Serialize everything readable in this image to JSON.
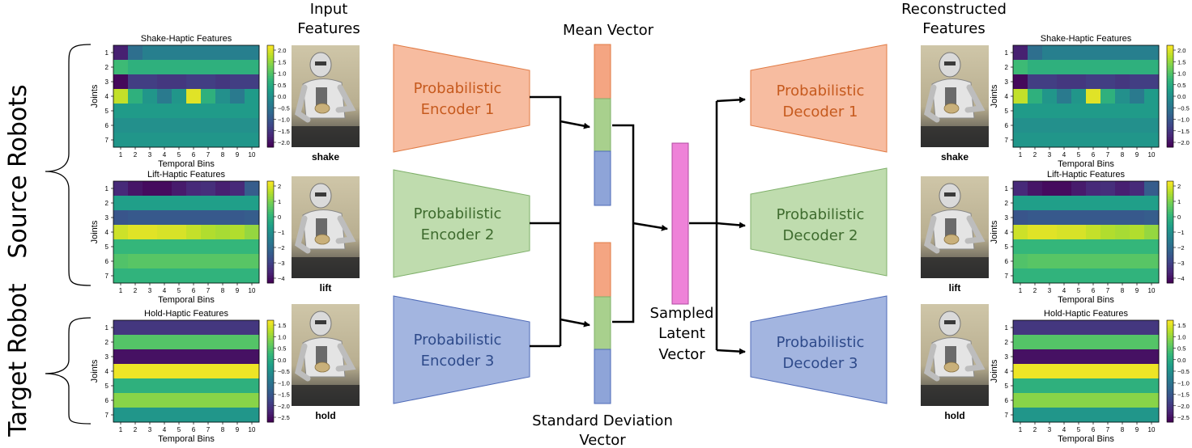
{
  "side_labels": {
    "source_robots": "Source Robots",
    "target_robot": "Target Robot"
  },
  "headers": {
    "input_features": [
      "Input",
      "Features"
    ],
    "reconstructed_features": [
      "Reconstructed",
      "Features"
    ],
    "mean_vector": "Mean Vector",
    "std_vector": [
      "Standard Deviation",
      "Vector"
    ],
    "sampled_latent": [
      "Sampled",
      "Latent",
      "Vector"
    ]
  },
  "encoders": [
    {
      "line1": "Probabilistic",
      "line2": "Encoder 1",
      "fill": "#F7BCA0",
      "stroke": "#E07B45",
      "text": "#C65A1E"
    },
    {
      "line1": "Probabilistic",
      "line2": "Encoder 2",
      "fill": "#BFDCAE",
      "stroke": "#7FB06A",
      "text": "#3E6B2E"
    },
    {
      "line1": "Probabilistic",
      "line2": "Encoder 3",
      "fill": "#A3B5E0",
      "stroke": "#4F6BB8",
      "text": "#2E4A8A"
    }
  ],
  "decoders": [
    {
      "line1": "Probabilistic",
      "line2": "Decoder 1",
      "fill": "#F7BCA0",
      "stroke": "#E07B45",
      "text": "#C65A1E"
    },
    {
      "line1": "Probabilistic",
      "line2": "Decoder 2",
      "fill": "#BFDCAE",
      "stroke": "#7FB06A",
      "text": "#3E6B2E"
    },
    {
      "line1": "Probabilistic",
      "line2": "Decoder 3",
      "fill": "#A3B5E0",
      "stroke": "#4F6BB8",
      "text": "#2E4A8A"
    }
  ],
  "vector_colors": {
    "orange": "#F4A582",
    "green": "#A8D08D",
    "blue": "#8EA4D8",
    "latent": "#EE82D8"
  },
  "robot_labels": [
    "shake",
    "lift",
    "hold"
  ],
  "heatmaps": [
    {
      "title": "Shake-Haptic Features",
      "xlabel": "Temporal Bins",
      "ylabel": "Joints",
      "x_ticks": [
        "1",
        "2",
        "3",
        "4",
        "5",
        "6",
        "7",
        "8",
        "9",
        "10"
      ],
      "y_ticks": [
        "1",
        "2",
        "3",
        "4",
        "5",
        "6",
        "7"
      ],
      "cbar_ticks": [
        "2.0",
        "1.5",
        "1.0",
        "0.5",
        "0.0",
        "−0.5",
        "−1.0",
        "−1.5",
        "−2.0"
      ],
      "vmin": -2.2,
      "vmax": 2.2,
      "values": [
        [
          -1.8,
          -0.6,
          -0.3,
          -0.3,
          -0.3,
          -0.3,
          -0.3,
          -0.3,
          -0.3,
          -0.3
        ],
        [
          0.8,
          0.6,
          0.6,
          0.6,
          0.6,
          0.6,
          0.6,
          0.6,
          0.6,
          0.6
        ],
        [
          -2.1,
          -1.4,
          -1.4,
          -1.5,
          -1.5,
          -1.4,
          -1.4,
          -1.5,
          -1.4,
          -1.4
        ],
        [
          1.8,
          0.6,
          0.1,
          -0.4,
          0.1,
          2.0,
          0.6,
          0.0,
          -0.4,
          0.2
        ],
        [
          0.2,
          0.2,
          0.2,
          0.2,
          0.2,
          0.2,
          0.2,
          0.2,
          0.2,
          0.2
        ],
        [
          0.0,
          0.0,
          0.0,
          0.0,
          0.0,
          0.0,
          0.0,
          0.0,
          0.0,
          0.0
        ],
        [
          0.1,
          0.1,
          0.1,
          0.1,
          0.1,
          0.1,
          0.1,
          0.1,
          0.1,
          0.1
        ]
      ]
    },
    {
      "title": "Lift-Haptic Features",
      "xlabel": "Temporal Bins",
      "ylabel": "Joints",
      "x_ticks": [
        "1",
        "2",
        "3",
        "4",
        "5",
        "6",
        "7",
        "8",
        "9",
        "10"
      ],
      "y_ticks": [
        "1",
        "2",
        "3",
        "4",
        "5",
        "6",
        "7"
      ],
      "cbar_ticks": [
        "2",
        "1",
        "0",
        "−1",
        "−2",
        "−3",
        "−4"
      ],
      "vmin": -4.4,
      "vmax": 2.4,
      "values": [
        [
          -3.6,
          -4.0,
          -4.2,
          -4.2,
          -3.9,
          -3.6,
          -3.5,
          -3.8,
          -3.6,
          -2.4
        ],
        [
          -0.6,
          -0.6,
          -0.6,
          -0.6,
          -0.6,
          -0.6,
          -0.6,
          -0.6,
          -0.6,
          -0.6
        ],
        [
          -2.6,
          -2.5,
          -2.5,
          -2.5,
          -2.5,
          -2.5,
          -2.5,
          -2.5,
          -2.5,
          -2.4
        ],
        [
          1.9,
          2.1,
          2.1,
          2.0,
          2.0,
          1.8,
          1.6,
          1.5,
          1.6,
          1.3
        ],
        [
          0.1,
          0.1,
          0.1,
          0.1,
          0.1,
          0.1,
          0.1,
          0.1,
          0.1,
          0.1
        ],
        [
          0.5,
          0.6,
          0.6,
          0.6,
          0.6,
          0.6,
          0.6,
          0.6,
          0.6,
          0.6
        ],
        [
          0.0,
          0.0,
          0.0,
          0.0,
          0.0,
          0.0,
          0.0,
          0.0,
          0.0,
          0.0
        ]
      ]
    },
    {
      "title": "Hold-Haptic Features",
      "xlabel": "Temporal Bins",
      "ylabel": "Joints",
      "x_ticks": [
        "1",
        "2",
        "3",
        "4",
        "5",
        "6",
        "7",
        "8",
        "9",
        "10"
      ],
      "y_ticks": [
        "1",
        "2",
        "3",
        "4",
        "5",
        "6",
        "7"
      ],
      "cbar_ticks": [
        "1.5",
        "1.0",
        "0.5",
        "0.0",
        "−0.5",
        "−1.0",
        "−1.5",
        "−2.0",
        "−2.5"
      ],
      "vmin": -2.7,
      "vmax": 1.7,
      "values": [
        [
          -2.0,
          -2.0,
          -2.0,
          -2.0,
          -2.0,
          -2.0,
          -2.0,
          -2.0,
          -2.0,
          -2.0
        ],
        [
          0.5,
          0.5,
          0.5,
          0.5,
          0.5,
          0.5,
          0.5,
          0.5,
          0.5,
          0.5
        ],
        [
          -2.5,
          -2.5,
          -2.5,
          -2.5,
          -2.5,
          -2.5,
          -2.5,
          -2.5,
          -2.5,
          -2.5
        ],
        [
          1.6,
          1.6,
          1.6,
          1.6,
          1.6,
          1.6,
          1.6,
          1.6,
          1.6,
          1.6
        ],
        [
          0.1,
          0.1,
          0.1,
          0.1,
          0.1,
          0.1,
          0.1,
          0.1,
          0.1,
          0.1
        ],
        [
          0.9,
          0.9,
          0.9,
          0.9,
          0.9,
          0.9,
          0.9,
          0.9,
          0.9,
          0.9
        ],
        [
          -0.4,
          -0.4,
          -0.4,
          -0.4,
          -0.4,
          -0.4,
          -0.4,
          -0.4,
          -0.4,
          -0.4
        ]
      ]
    }
  ]
}
